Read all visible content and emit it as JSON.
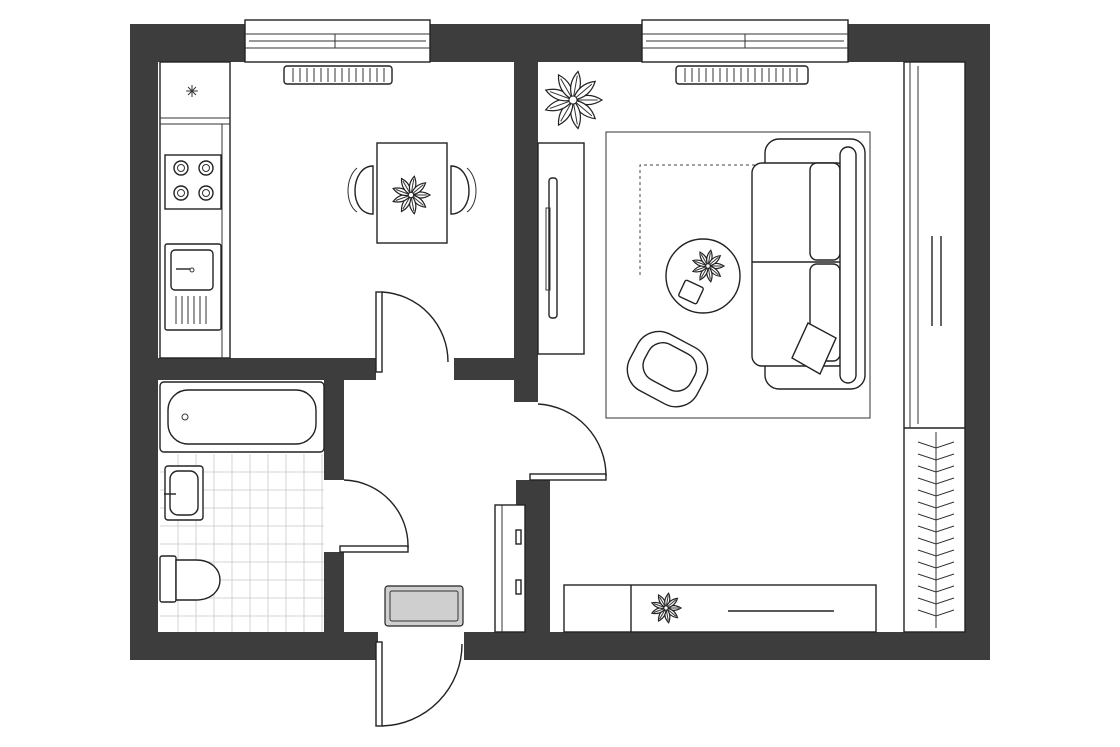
{
  "plan": {
    "colors": {
      "wall": "#3d3d3d",
      "line": "#222222",
      "background": "#ffffff",
      "mat": "#cfcfcf",
      "tile_grid": "#c9c9c9"
    },
    "rooms": [
      "kitchen",
      "living-room",
      "bathroom",
      "hallway"
    ],
    "icons": [
      "plant-icon",
      "radiator-icon",
      "stove-icon",
      "sink-icon",
      "toilet-icon",
      "bathtub-icon",
      "sofa-icon",
      "armchair-icon",
      "tv-icon",
      "wardrobe-icon",
      "door-icon",
      "window-icon"
    ]
  }
}
